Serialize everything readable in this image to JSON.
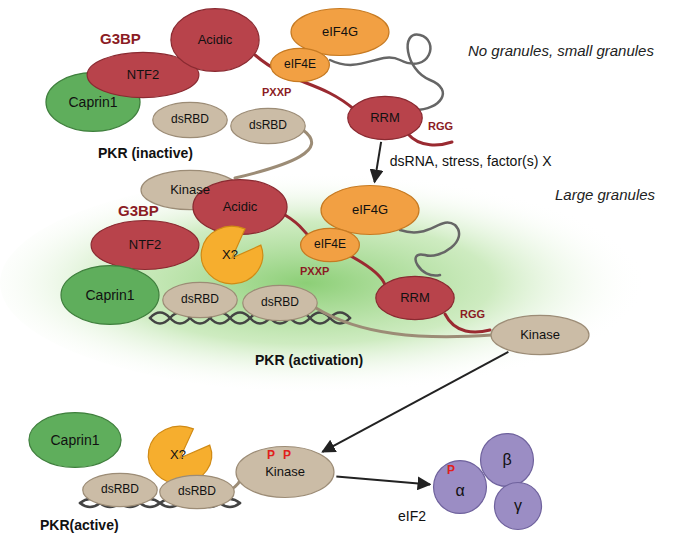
{
  "diagram": {
    "nodes": [
      {
        "text": [
          "Caprin1"
        ]
      },
      {
        "text": [
          "NTF2"
        ]
      },
      {
        "text": [
          "Acidic"
        ]
      },
      {
        "text": [
          "eIF4G"
        ]
      },
      {
        "text": [
          "eIF4E"
        ]
      },
      {
        "text": [
          "RRM"
        ]
      },
      {
        "text": [
          "dsRBD"
        ]
      },
      {
        "text": [
          "dsRBD"
        ]
      },
      {
        "text": [
          "Kinase"
        ]
      },
      {
        "text": [
          "Large granules"
        ]
      },
      {
        "text": [
          "Acidic"
        ],
        "in": 9
      },
      {
        "text": [
          "eIF4G"
        ],
        "in": 9
      },
      {
        "text": [
          "NTF2"
        ],
        "in": 9
      },
      {
        "text": [
          "X?"
        ],
        "in": 9
      },
      {
        "text": [
          "eIF4E"
        ],
        "in": 9
      },
      {
        "text": [
          "Caprin1"
        ],
        "in": 9
      },
      {
        "text": [
          "dsRBD"
        ],
        "in": 9
      },
      {
        "text": [
          "dsRBD"
        ],
        "in": 9
      },
      {
        "text": [
          "RRM"
        ],
        "in": 9
      },
      {
        "text": [
          "Kinase"
        ],
        "in": 9
      },
      {
        "text": [
          "Caprin1"
        ]
      },
      {
        "text": [
          "X?"
        ]
      },
      {
        "text": [
          "dsRBD"
        ]
      },
      {
        "text": [
          "dsRBD"
        ]
      },
      {
        "text": [
          "Kinase"
        ]
      },
      {
        "text": [
          "β"
        ]
      },
      {
        "text": [
          "α"
        ]
      },
      {
        "text": [
          "γ"
        ]
      }
    ],
    "edges": [
      {
        "from": 5,
        "to": 11,
        "arrow": "to",
        "label": "dsRNA, stress, factor(s) X"
      },
      {
        "from": 19,
        "to": 24,
        "arrow": "to"
      },
      {
        "from": 24,
        "to": 26,
        "arrow": "to"
      }
    ],
    "labels": [
      "G3BP",
      "PXXP",
      "RGG",
      "PKR (inactive)",
      "No granules, small granules",
      "G3BP",
      "PXXP",
      "RGG",
      "PKR (activation)",
      "P",
      "P",
      "PKR(active)",
      "P",
      "eIF2"
    ]
  }
}
